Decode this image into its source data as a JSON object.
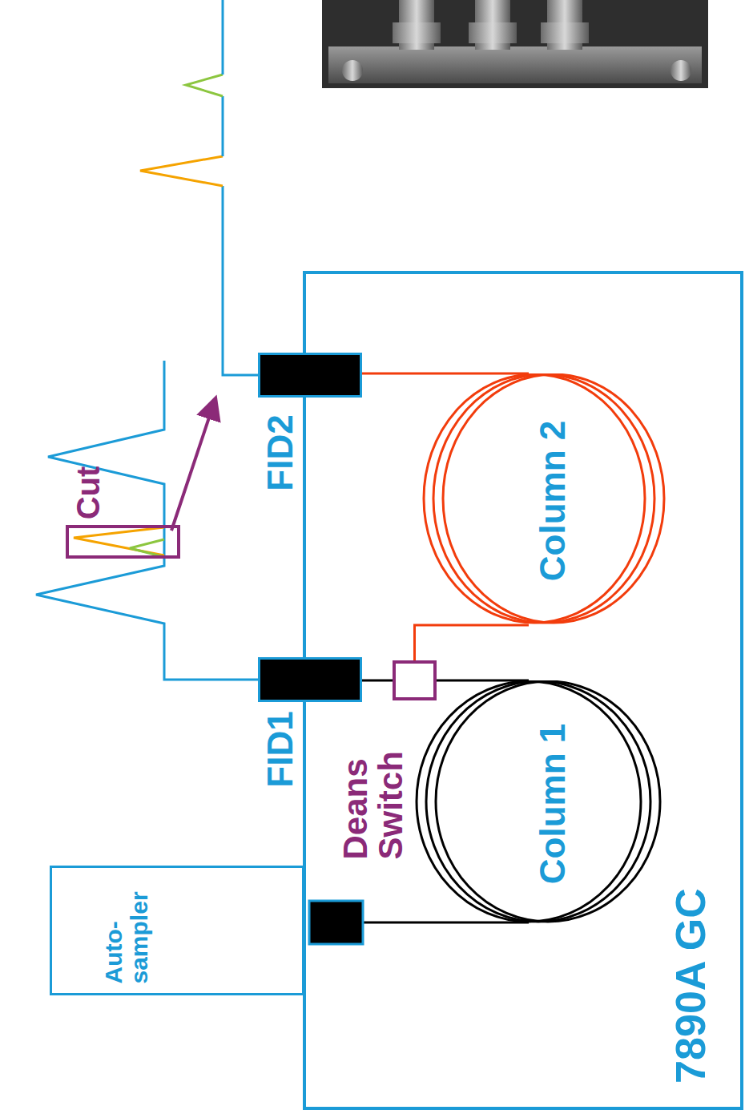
{
  "diagram": {
    "nodes": [
      {
        "text": [
          "7890A GC"
        ]
      },
      {
        "text": [
          "Auto- sampler"
        ]
      },
      {
        "text": [
          "Column 1"
        ],
        "in": 0
      },
      {
        "text": [
          "Deans Switch"
        ],
        "in": 0
      },
      {
        "text": [
          "Column 2"
        ],
        "in": 0
      },
      {
        "text": [
          "FID1"
        ]
      },
      {
        "text": [
          "FID2"
        ]
      },
      {
        "text": [
          "Cut"
        ]
      }
    ],
    "edges": [
      {
        "from": 2,
        "to": 3,
        "arrow": "none"
      },
      {
        "from": 3,
        "to": 5,
        "arrow": "none"
      },
      {
        "from": 3,
        "to": 4,
        "arrow": "none"
      },
      {
        "from": 4,
        "to": 6,
        "arrow": "none"
      }
    ]
  }
}
